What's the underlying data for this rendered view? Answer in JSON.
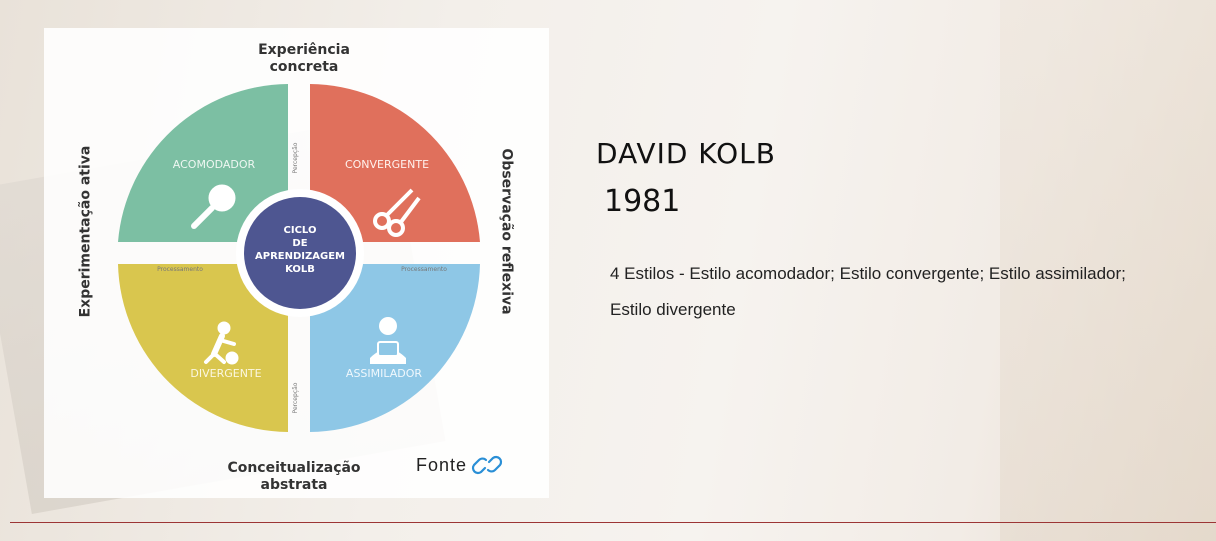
{
  "diagram": {
    "top_label_line1": "Experiência",
    "top_label_line2": "concreta",
    "bottom_label_line1": "Conceitualização",
    "bottom_label_line2": "abstrata",
    "left_label": "Experimentação ativa",
    "right_label": "Observação reflexiva",
    "center_line1": "CICLO",
    "center_line2": "DE",
    "center_line3": "APRENDIZAGEM",
    "center_line4": "KOLB",
    "quadrants": [
      {
        "label": "ACOMODADOR",
        "color": "#7cbfa3",
        "icon": "magnifier-icon"
      },
      {
        "label": "CONVERGENTE",
        "color": "#e0705c",
        "icon": "scissors-icon"
      },
      {
        "label": "DIVERGENTE",
        "color": "#d9c64e",
        "icon": "person-ball-icon"
      },
      {
        "label": "ASSIMILADOR",
        "color": "#8ec7e6",
        "icon": "reader-icon"
      }
    ],
    "percepcao": "Percepção",
    "processamento": "Processamento",
    "center_color": "#4e5691"
  },
  "source": {
    "label": "Fonte",
    "icon": "link-icon"
  },
  "content": {
    "title": "DAVID KOLB",
    "year": "1981",
    "description": "4 Estilos - Estilo acomodador; Estilo convergente; Estilo assimilador; Estilo divergente"
  },
  "colors": {
    "divider": "#9c3535",
    "link": "#2a8fd6"
  }
}
